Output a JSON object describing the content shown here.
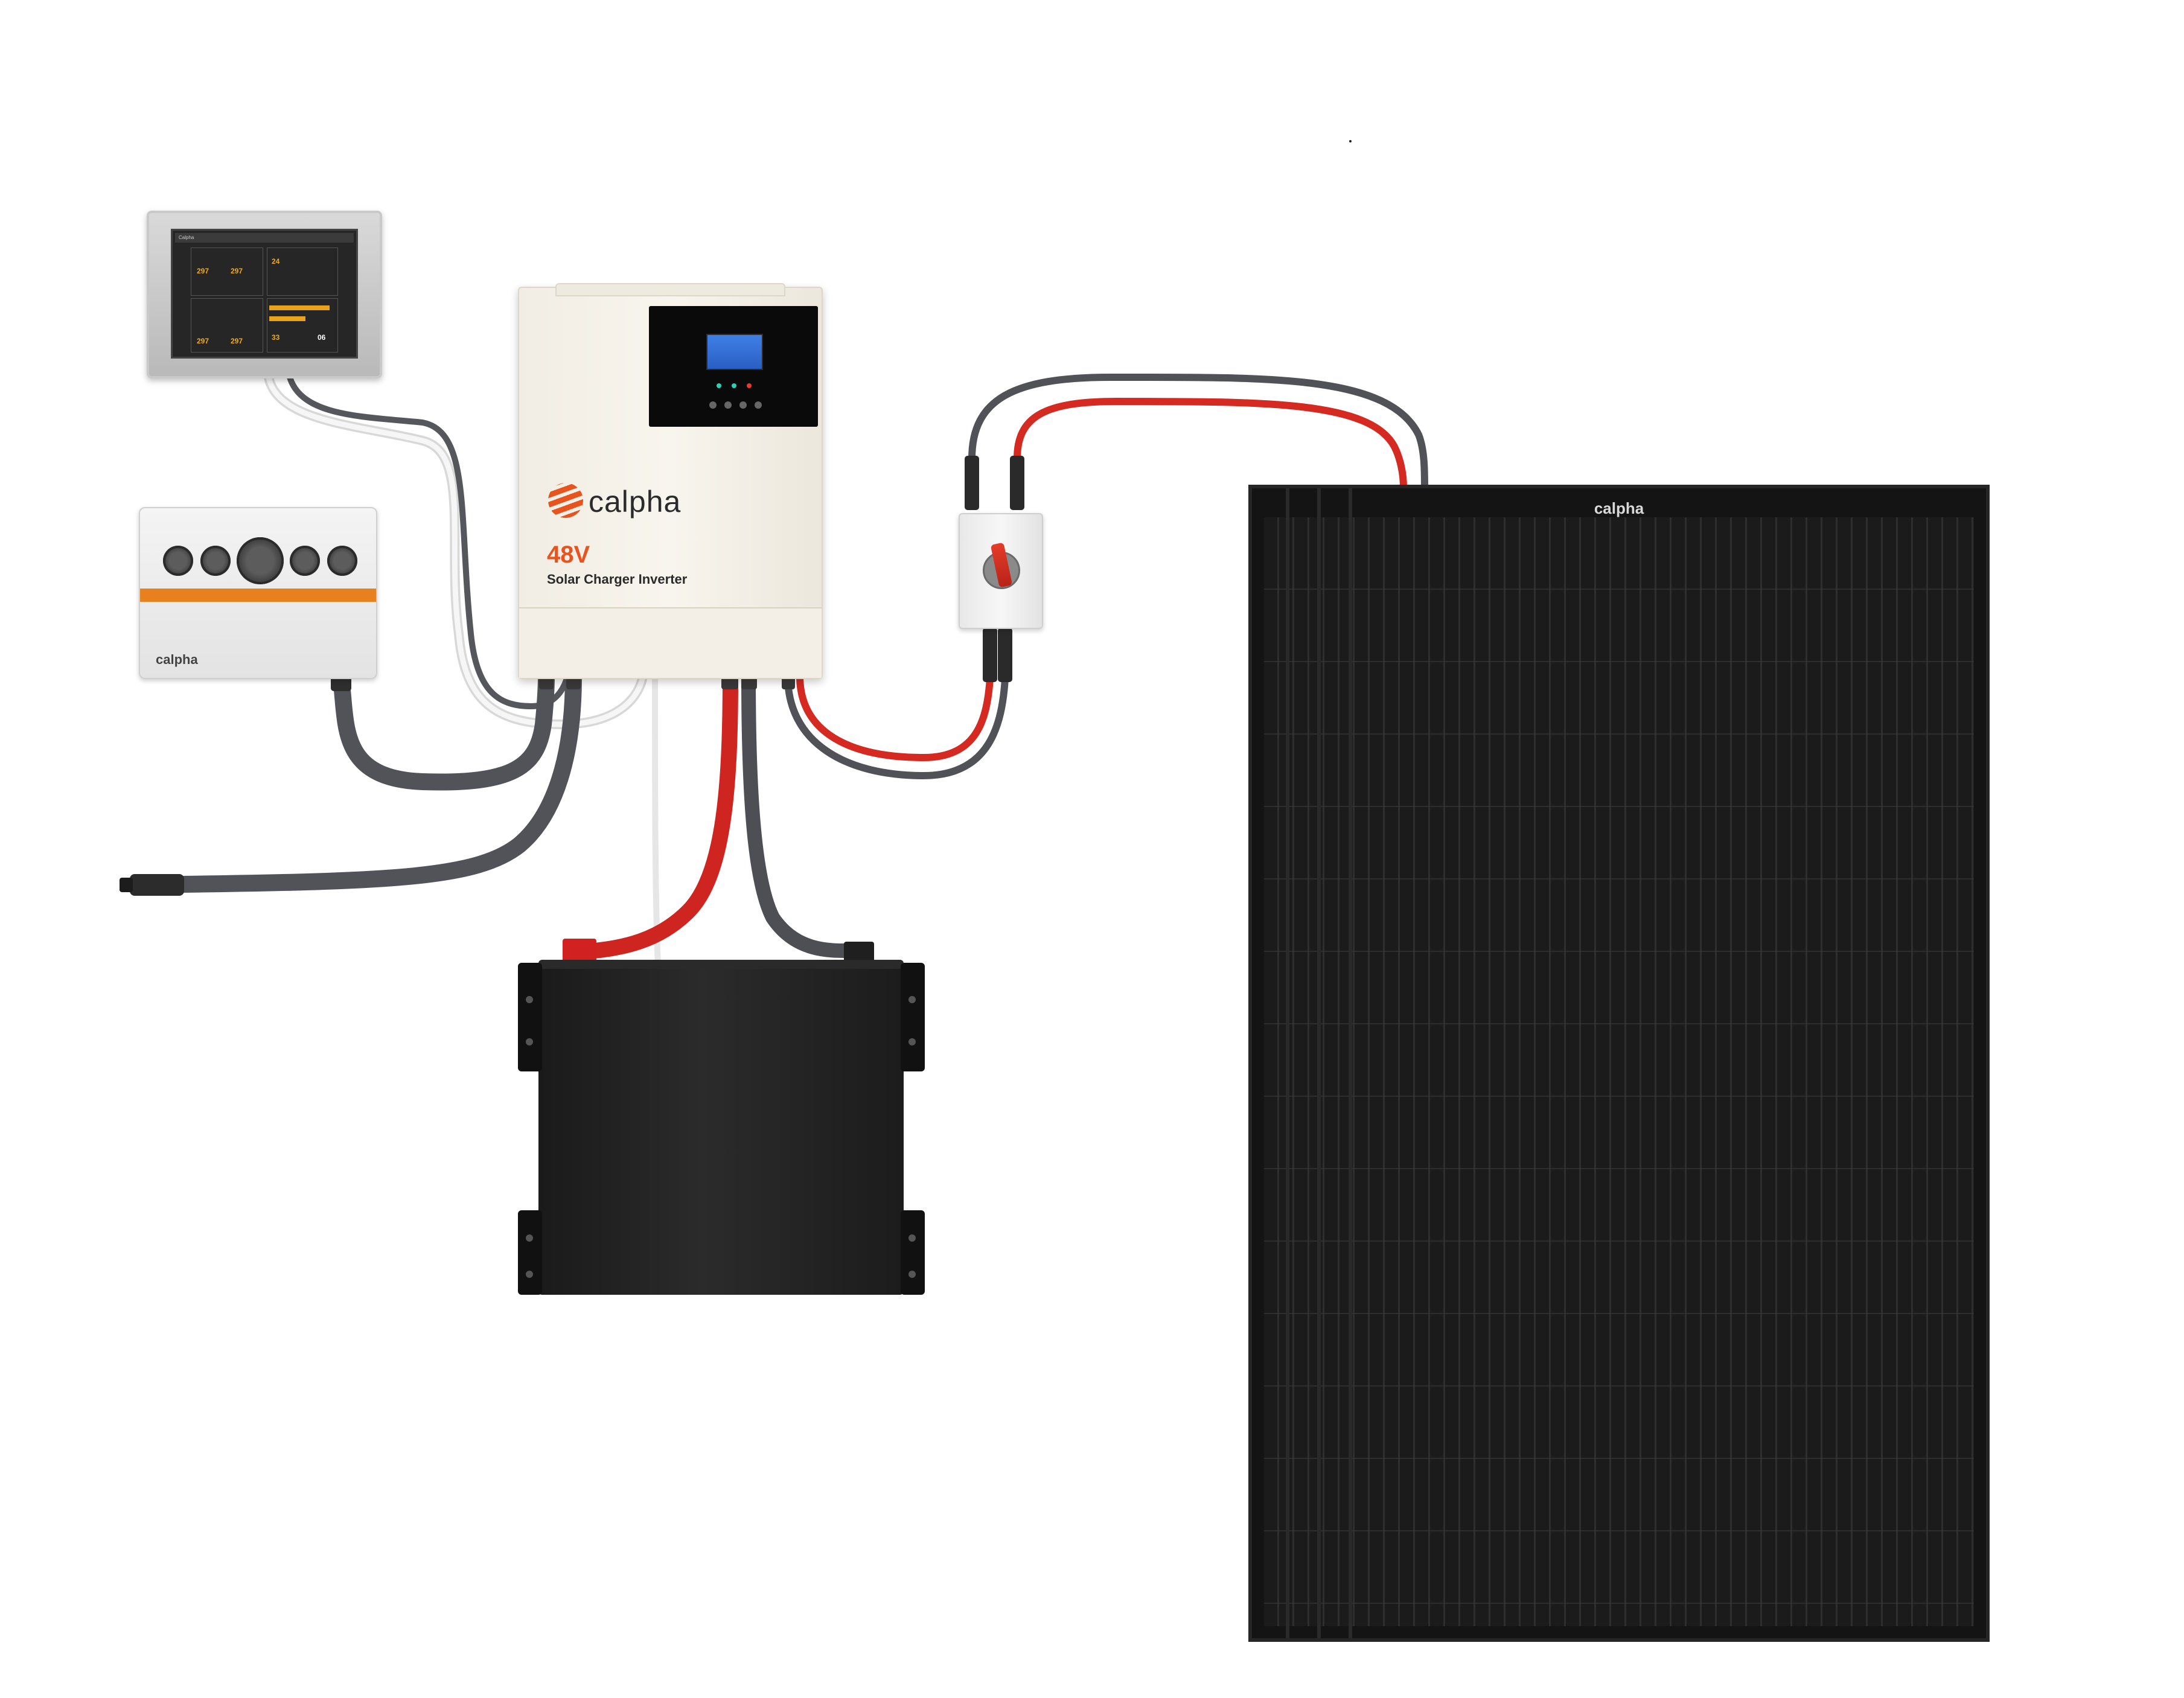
{
  "inverter": {
    "brand": "calpha",
    "voltage": "48V",
    "product_name": "Solar Charger Inverter"
  },
  "outlet_box": {
    "brand": "calpha"
  },
  "solar_panel": {
    "brand": "calpha"
  },
  "monitor": {
    "screen_title": "Calpha",
    "readouts": [
      "297",
      "297",
      "24",
      "297",
      "297",
      "33",
      "06"
    ]
  },
  "colors": {
    "accent": "#e8541e",
    "cable_red": "#d42a22",
    "cable_black": "#505257",
    "cable_white": "#f2f2f2"
  }
}
